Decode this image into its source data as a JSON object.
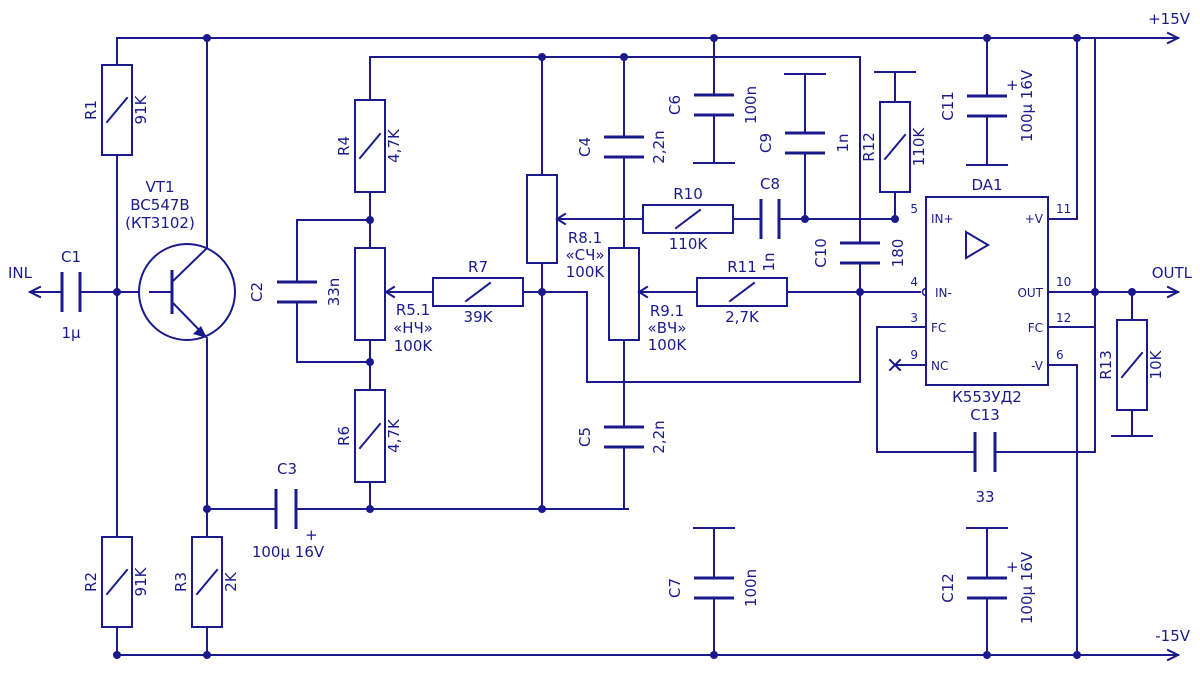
{
  "colors": {
    "ink": "#1a1a8c",
    "background": "#ffffff"
  },
  "nets": {
    "vplus": "+15V",
    "vminus": "-15V",
    "input": "INL",
    "output": "OUTL"
  },
  "components": {
    "R1": {
      "ref": "R1",
      "value": "91K"
    },
    "R2": {
      "ref": "R2",
      "value": "91K"
    },
    "R3": {
      "ref": "R3",
      "value": "2K"
    },
    "R4": {
      "ref": "R4",
      "value": "4,7K"
    },
    "R5": {
      "ref": "R5.1",
      "label": "«НЧ»",
      "value": "100K"
    },
    "R6": {
      "ref": "R6",
      "value": "4,7K"
    },
    "R7": {
      "ref": "R7",
      "value": "39K"
    },
    "R8": {
      "ref": "R8.1",
      "label": "«СЧ»",
      "value": "100K"
    },
    "R9": {
      "ref": "R9.1",
      "label": "«ВЧ»",
      "value": "100K"
    },
    "R10": {
      "ref": "R10",
      "value": "110K"
    },
    "R11": {
      "ref": "R11",
      "value": "2,7K"
    },
    "R12": {
      "ref": "R12",
      "value": "110K"
    },
    "R13": {
      "ref": "R13",
      "value": "10K"
    },
    "C1": {
      "ref": "C1",
      "value": "1μ"
    },
    "C2": {
      "ref": "C2",
      "value": "33n"
    },
    "C3": {
      "ref": "C3",
      "value": "100μ 16V",
      "polarity": "+"
    },
    "C4": {
      "ref": "C4",
      "value": "2,2n"
    },
    "C5": {
      "ref": "C5",
      "value": "2,2n"
    },
    "C6": {
      "ref": "C6",
      "value": "100n"
    },
    "C7": {
      "ref": "C7",
      "value": "100n"
    },
    "C8": {
      "ref": "C8",
      "value": "1n"
    },
    "C9": {
      "ref": "C9",
      "value": "1n"
    },
    "C10": {
      "ref": "C10",
      "value": "180"
    },
    "C11": {
      "ref": "C11",
      "value": "100μ 16V",
      "polarity": "+"
    },
    "C12": {
      "ref": "C12",
      "value": "100μ 16V",
      "polarity": "+"
    },
    "C13": {
      "ref": "C13",
      "value": "33"
    },
    "VT1": {
      "ref": "VT1",
      "part": "BC547B",
      "alt": "(КТ3102)"
    },
    "DA1": {
      "ref": "DA1",
      "part": "К553УД2",
      "pins": {
        "inp": {
          "num": "5",
          "name": "IN+"
        },
        "inm": {
          "num": "4",
          "name": "IN-"
        },
        "fc1": {
          "num": "3",
          "name": "FC"
        },
        "nc": {
          "num": "9",
          "name": "NC"
        },
        "vp": {
          "num": "11",
          "name": "+V"
        },
        "out": {
          "num": "10",
          "name": "OUT"
        },
        "fc2": {
          "num": "12",
          "name": "FC"
        },
        "vm": {
          "num": "6",
          "name": "-V"
        }
      }
    }
  }
}
